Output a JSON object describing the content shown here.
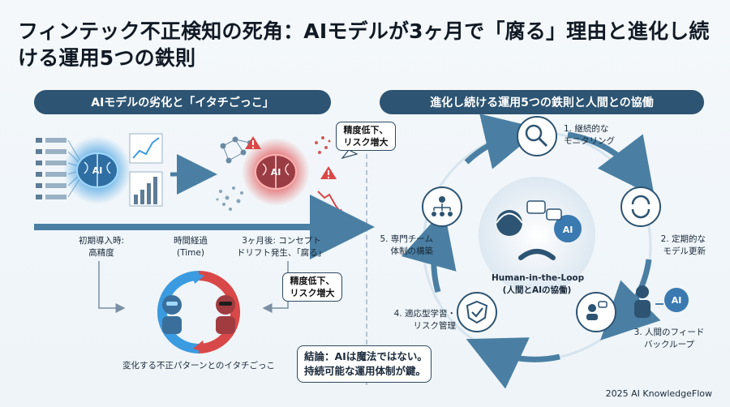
{
  "title": "フィンテック不正検知の死角：AIモデルが3ヶ月で「腐る」理由と進化し続ける運用5つの鉄則",
  "left_section": {
    "header": "AIモデルの劣化と「イタチごっこ」",
    "stage_initial": "初期導入時:\n高精度",
    "stage_time": "時間経過\n(Time)",
    "stage_three_months": "3ヶ月後: コンセプト\nドリフト発生、「腐る」",
    "callout_top": "精度低下、\nリスク増大",
    "callout_mid": "精度低下、\nリスク増大",
    "brain_label": "AI",
    "brain_label_bad": "AI",
    "cat_and_mouse_caption": "変化する不正パターンとのイタチごっこ"
  },
  "right_section": {
    "header": "進化し続ける運用5つの鉄則と人間との協働",
    "center_title": "Human-in-the-Loop\n(人間とAIの協働)",
    "center_ai": "AI",
    "rules": [
      {
        "label": "1. 継続的な\nモニタリング",
        "icon": "magnifier-chart-icon"
      },
      {
        "label": "2. 定期的な\nモデル更新",
        "icon": "refresh-icon"
      },
      {
        "label": "3. 人間のフィード\nバックループ",
        "icon": "feedback-people-icon"
      },
      {
        "label": "4. 適応型学習・\nリスク管理",
        "icon": "shield-check-icon"
      },
      {
        "label": "5. 専門チーム\n体制の構築",
        "icon": "org-chart-icon"
      }
    ],
    "human_ai": "AI"
  },
  "conclusion": "結論：AIは魔法ではない。\n持続可能な運用体制が鍵。",
  "footer": "2025 AI KnowledgeFlow",
  "colors": {
    "navy": "#2d5472",
    "blue_glow": "#3b9be0",
    "red_glow": "#e04848",
    "arrow": "#4a7fa3"
  }
}
